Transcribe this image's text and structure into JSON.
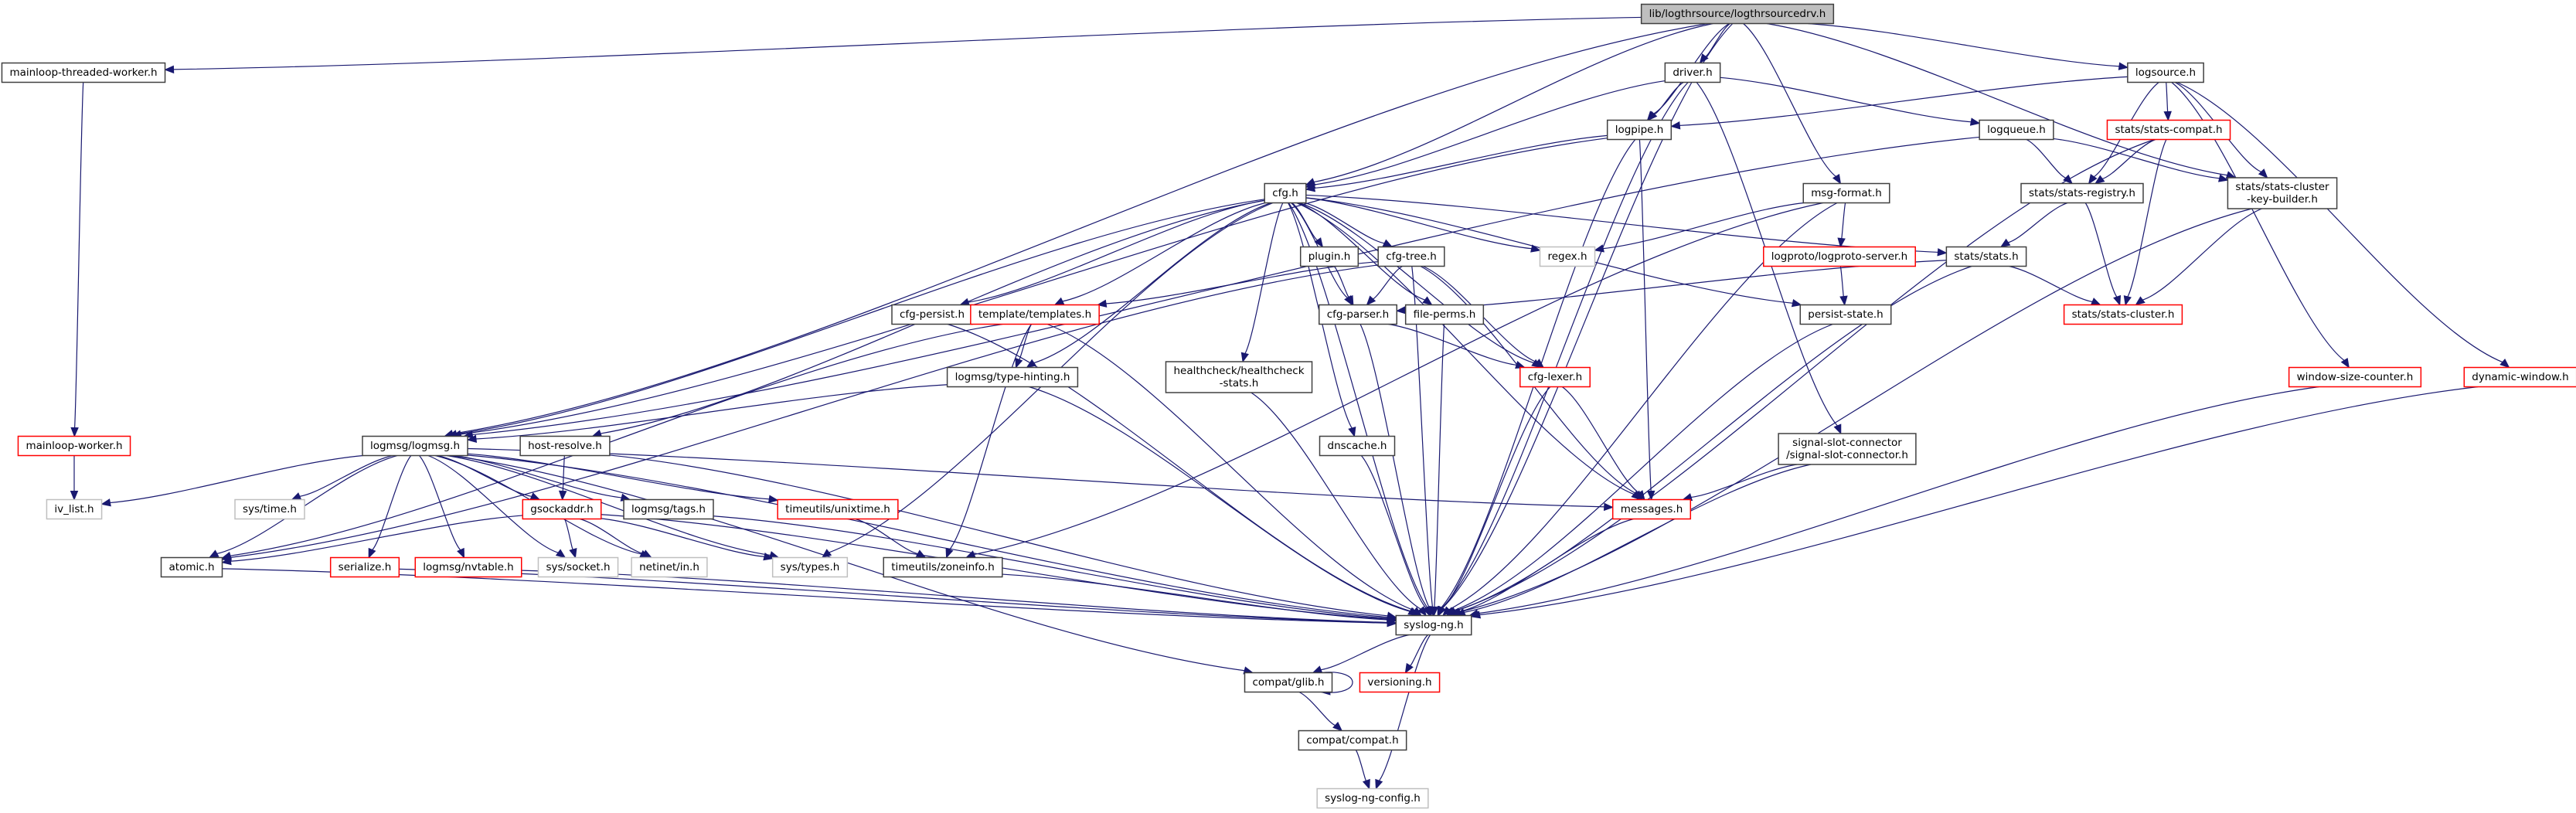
{
  "diagram": {
    "type": "include-dependency-graph",
    "colors": {
      "edge": "#191970",
      "border_documented": "#404040",
      "border_truncated": "#ff0000",
      "border_external": "#bfbfbf",
      "root_fill": "#bfbfbf"
    },
    "nodes": [
      {
        "id": "root",
        "label": [
          "lib/logthrsource/logthrsourcedrv.h"
        ],
        "kind": "root"
      },
      {
        "id": "mtw",
        "label": [
          "mainloop-threaded-worker.h"
        ],
        "kind": "doc"
      },
      {
        "id": "driver",
        "label": [
          "driver.h"
        ],
        "kind": "doc"
      },
      {
        "id": "logsource",
        "label": [
          "logsource.h"
        ],
        "kind": "doc"
      },
      {
        "id": "logpipe",
        "label": [
          "logpipe.h"
        ],
        "kind": "doc"
      },
      {
        "id": "logqueue",
        "label": [
          "logqueue.h"
        ],
        "kind": "doc"
      },
      {
        "id": "statscompat",
        "label": [
          "stats/stats-compat.h"
        ],
        "kind": "trunc"
      },
      {
        "id": "cfg",
        "label": [
          "cfg.h"
        ],
        "kind": "doc"
      },
      {
        "id": "msgformat",
        "label": [
          "msg-format.h"
        ],
        "kind": "doc"
      },
      {
        "id": "statsreg",
        "label": [
          "stats/stats-registry.h"
        ],
        "kind": "doc"
      },
      {
        "id": "keybuilder",
        "label": [
          "stats/stats-cluster",
          "-key-builder.h"
        ],
        "kind": "doc"
      },
      {
        "id": "plugin",
        "label": [
          "plugin.h"
        ],
        "kind": "doc"
      },
      {
        "id": "cfgtree",
        "label": [
          "cfg-tree.h"
        ],
        "kind": "doc"
      },
      {
        "id": "regex",
        "label": [
          "regex.h"
        ],
        "kind": "ext"
      },
      {
        "id": "logproto",
        "label": [
          "logproto/logproto-server.h"
        ],
        "kind": "trunc"
      },
      {
        "id": "stats",
        "label": [
          "stats/stats.h"
        ],
        "kind": "doc"
      },
      {
        "id": "cfgpersist",
        "label": [
          "cfg-persist.h"
        ],
        "kind": "doc"
      },
      {
        "id": "templates",
        "label": [
          "template/templates.h"
        ],
        "kind": "trunc"
      },
      {
        "id": "cfgparser",
        "label": [
          "cfg-parser.h"
        ],
        "kind": "doc"
      },
      {
        "id": "fileperms",
        "label": [
          "file-perms.h"
        ],
        "kind": "doc"
      },
      {
        "id": "persiststate",
        "label": [
          "persist-state.h"
        ],
        "kind": "doc"
      },
      {
        "id": "statscluster",
        "label": [
          "stats/stats-cluster.h"
        ],
        "kind": "trunc"
      },
      {
        "id": "typehinting",
        "label": [
          "logmsg/type-hinting.h"
        ],
        "kind": "doc"
      },
      {
        "id": "healthcheck",
        "label": [
          "healthcheck/healthcheck",
          "-stats.h"
        ],
        "kind": "doc"
      },
      {
        "id": "cfglexer",
        "label": [
          "cfg-lexer.h"
        ],
        "kind": "trunc"
      },
      {
        "id": "wsc",
        "label": [
          "window-size-counter.h"
        ],
        "kind": "trunc"
      },
      {
        "id": "dynwin",
        "label": [
          "dynamic-window.h"
        ],
        "kind": "trunc"
      },
      {
        "id": "mlworker",
        "label": [
          "mainloop-worker.h"
        ],
        "kind": "trunc"
      },
      {
        "id": "logmsg",
        "label": [
          "logmsg/logmsg.h"
        ],
        "kind": "doc"
      },
      {
        "id": "hostresolve",
        "label": [
          "host-resolve.h"
        ],
        "kind": "doc"
      },
      {
        "id": "dnscache",
        "label": [
          "dnscache.h"
        ],
        "kind": "doc"
      },
      {
        "id": "ssc",
        "label": [
          "signal-slot-connector",
          "/signal-slot-connector.h"
        ],
        "kind": "doc"
      },
      {
        "id": "ivlist",
        "label": [
          "iv_list.h"
        ],
        "kind": "ext"
      },
      {
        "id": "systime",
        "label": [
          "sys/time.h"
        ],
        "kind": "ext"
      },
      {
        "id": "gsockaddr",
        "label": [
          "gsockaddr.h"
        ],
        "kind": "trunc"
      },
      {
        "id": "tags",
        "label": [
          "logmsg/tags.h"
        ],
        "kind": "doc"
      },
      {
        "id": "unixtime",
        "label": [
          "timeutils/unixtime.h"
        ],
        "kind": "trunc"
      },
      {
        "id": "messages",
        "label": [
          "messages.h"
        ],
        "kind": "trunc"
      },
      {
        "id": "atomic",
        "label": [
          "atomic.h"
        ],
        "kind": "doc"
      },
      {
        "id": "serialize",
        "label": [
          "serialize.h"
        ],
        "kind": "trunc"
      },
      {
        "id": "nvtable",
        "label": [
          "logmsg/nvtable.h"
        ],
        "kind": "trunc"
      },
      {
        "id": "syssocket",
        "label": [
          "sys/socket.h"
        ],
        "kind": "ext"
      },
      {
        "id": "netinet",
        "label": [
          "netinet/in.h"
        ],
        "kind": "ext"
      },
      {
        "id": "systypes",
        "label": [
          "sys/types.h"
        ],
        "kind": "ext"
      },
      {
        "id": "zoneinfo",
        "label": [
          "timeutils/zoneinfo.h"
        ],
        "kind": "doc"
      },
      {
        "id": "syslogng",
        "label": [
          "syslog-ng.h"
        ],
        "kind": "doc"
      },
      {
        "id": "glib",
        "label": [
          "compat/glib.h"
        ],
        "kind": "doc"
      },
      {
        "id": "versioning",
        "label": [
          "versioning.h"
        ],
        "kind": "trunc"
      },
      {
        "id": "compat",
        "label": [
          "compat/compat.h"
        ],
        "kind": "doc"
      },
      {
        "id": "config",
        "label": [
          "syslog-ng-config.h"
        ],
        "kind": "ext"
      }
    ],
    "edges": [
      [
        "root",
        "mtw"
      ],
      [
        "root",
        "driver"
      ],
      [
        "root",
        "logsource"
      ],
      [
        "root",
        "logpipe"
      ],
      [
        "root",
        "cfg"
      ],
      [
        "root",
        "msgformat"
      ],
      [
        "root",
        "keybuilder"
      ],
      [
        "root",
        "logmsg"
      ],
      [
        "root",
        "syslogng"
      ],
      [
        "mtw",
        "mlworker"
      ],
      [
        "driver",
        "logpipe"
      ],
      [
        "driver",
        "cfg"
      ],
      [
        "driver",
        "logqueue"
      ],
      [
        "driver",
        "ssc"
      ],
      [
        "driver",
        "syslogng"
      ],
      [
        "logsource",
        "logpipe"
      ],
      [
        "logsource",
        "statsreg"
      ],
      [
        "logsource",
        "statscompat"
      ],
      [
        "logsource",
        "keybuilder"
      ],
      [
        "logsource",
        "wsc"
      ],
      [
        "logsource",
        "dynwin"
      ],
      [
        "logpipe",
        "cfg"
      ],
      [
        "logpipe",
        "logmsg"
      ],
      [
        "logpipe",
        "messages"
      ],
      [
        "logpipe",
        "syslogng"
      ],
      [
        "logqueue",
        "statsreg"
      ],
      [
        "logqueue",
        "keybuilder"
      ],
      [
        "logqueue",
        "logmsg"
      ],
      [
        "statscompat",
        "statsreg"
      ],
      [
        "statscompat",
        "statscluster"
      ],
      [
        "statscompat",
        "syslogng"
      ],
      [
        "cfg",
        "plugin"
      ],
      [
        "cfg",
        "cfgtree"
      ],
      [
        "cfg",
        "regex"
      ],
      [
        "cfg",
        "stats"
      ],
      [
        "cfg",
        "cfgpersist"
      ],
      [
        "cfg",
        "templates"
      ],
      [
        "cfg",
        "cfgparser"
      ],
      [
        "cfg",
        "fileperms"
      ],
      [
        "cfg",
        "persiststate"
      ],
      [
        "cfg",
        "typehinting"
      ],
      [
        "cfg",
        "healthcheck"
      ],
      [
        "cfg",
        "cfglexer"
      ],
      [
        "cfg",
        "hostresolve"
      ],
      [
        "cfg",
        "dnscache"
      ],
      [
        "cfg",
        "messages"
      ],
      [
        "cfg",
        "logmsg"
      ],
      [
        "cfg",
        "systypes"
      ],
      [
        "cfg",
        "syslogng"
      ],
      [
        "msgformat",
        "regex"
      ],
      [
        "msgformat",
        "logproto"
      ],
      [
        "msgformat",
        "zoneinfo"
      ],
      [
        "msgformat",
        "syslogng"
      ],
      [
        "statsreg",
        "stats"
      ],
      [
        "statsreg",
        "statscluster"
      ],
      [
        "keybuilder",
        "statscluster"
      ],
      [
        "keybuilder",
        "syslogng"
      ],
      [
        "plugin",
        "cfgparser"
      ],
      [
        "cfgtree",
        "templates"
      ],
      [
        "cfgtree",
        "cfgparser"
      ],
      [
        "cfgtree",
        "cfglexer"
      ],
      [
        "cfgtree",
        "messages"
      ],
      [
        "cfgtree",
        "atomic"
      ],
      [
        "cfgtree",
        "syslogng"
      ],
      [
        "logproto",
        "persiststate"
      ],
      [
        "stats",
        "statscluster"
      ],
      [
        "stats",
        "cfgparser"
      ],
      [
        "stats",
        "syslogng"
      ],
      [
        "cfgpersist",
        "syslogng"
      ],
      [
        "templates",
        "typehinting"
      ],
      [
        "templates",
        "zoneinfo"
      ],
      [
        "templates",
        "atomic"
      ],
      [
        "templates",
        "syslogng"
      ],
      [
        "cfgparser",
        "cfglexer"
      ],
      [
        "cfgparser",
        "syslogng"
      ],
      [
        "fileperms",
        "syslogng"
      ],
      [
        "persiststate",
        "syslogng"
      ],
      [
        "typehinting",
        "logmsg"
      ],
      [
        "typehinting",
        "syslogng"
      ],
      [
        "healthcheck",
        "syslogng"
      ],
      [
        "cfglexer",
        "messages"
      ],
      [
        "cfglexer",
        "syslogng"
      ],
      [
        "wsc",
        "syslogng"
      ],
      [
        "dynwin",
        "syslogng"
      ],
      [
        "mlworker",
        "ivlist"
      ],
      [
        "logmsg",
        "ivlist"
      ],
      [
        "logmsg",
        "systime"
      ],
      [
        "logmsg",
        "gsockaddr"
      ],
      [
        "logmsg",
        "tags"
      ],
      [
        "logmsg",
        "unixtime"
      ],
      [
        "logmsg",
        "messages"
      ],
      [
        "logmsg",
        "atomic"
      ],
      [
        "logmsg",
        "serialize"
      ],
      [
        "logmsg",
        "nvtable"
      ],
      [
        "logmsg",
        "syssocket"
      ],
      [
        "logmsg",
        "netinet"
      ],
      [
        "logmsg",
        "systypes"
      ],
      [
        "logmsg",
        "glib"
      ],
      [
        "logmsg",
        "syslogng"
      ],
      [
        "hostresolve",
        "gsockaddr"
      ],
      [
        "hostresolve",
        "syslogng"
      ],
      [
        "dnscache",
        "syslogng"
      ],
      [
        "ssc",
        "messages"
      ],
      [
        "ssc",
        "syslogng"
      ],
      [
        "gsockaddr",
        "atomic"
      ],
      [
        "gsockaddr",
        "syssocket"
      ],
      [
        "gsockaddr",
        "netinet"
      ],
      [
        "gsockaddr",
        "systypes"
      ],
      [
        "gsockaddr",
        "syslogng"
      ],
      [
        "tags",
        "syslogng"
      ],
      [
        "unixtime",
        "zoneinfo"
      ],
      [
        "messages",
        "syslogng"
      ],
      [
        "atomic",
        "syslogng"
      ],
      [
        "serialize",
        "syslogng"
      ],
      [
        "nvtable",
        "syslogng"
      ],
      [
        "zoneinfo",
        "syslogng"
      ],
      [
        "syslogng",
        "glib"
      ],
      [
        "syslogng",
        "versioning"
      ],
      [
        "syslogng",
        "config"
      ],
      [
        "glib",
        "glib"
      ],
      [
        "glib",
        "compat"
      ],
      [
        "compat",
        "config"
      ]
    ]
  }
}
